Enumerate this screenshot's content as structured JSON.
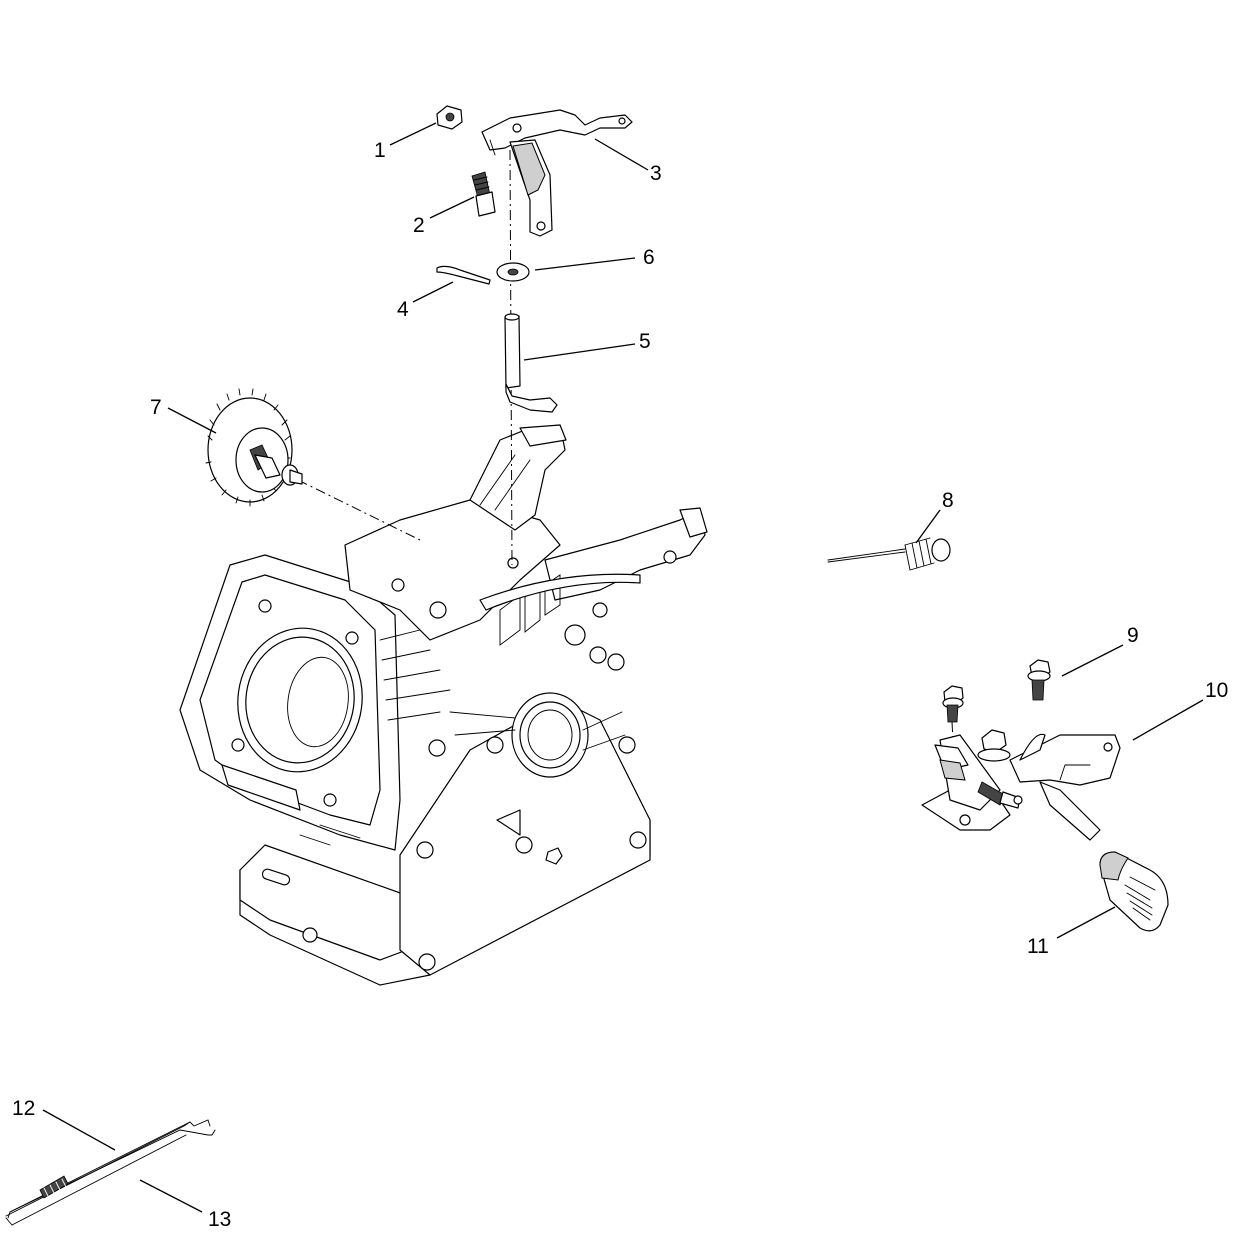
{
  "callouts": {
    "c1": "1",
    "c2": "2",
    "c3": "3",
    "c4": "4",
    "c5": "5",
    "c6": "6",
    "c7": "7",
    "c8": "8",
    "c9": "9",
    "c10": "10",
    "c11": "11",
    "c12": "12",
    "c13": "13"
  },
  "colors": {
    "line": "#000000",
    "background": "#ffffff",
    "shade": "#cfcfcf"
  }
}
